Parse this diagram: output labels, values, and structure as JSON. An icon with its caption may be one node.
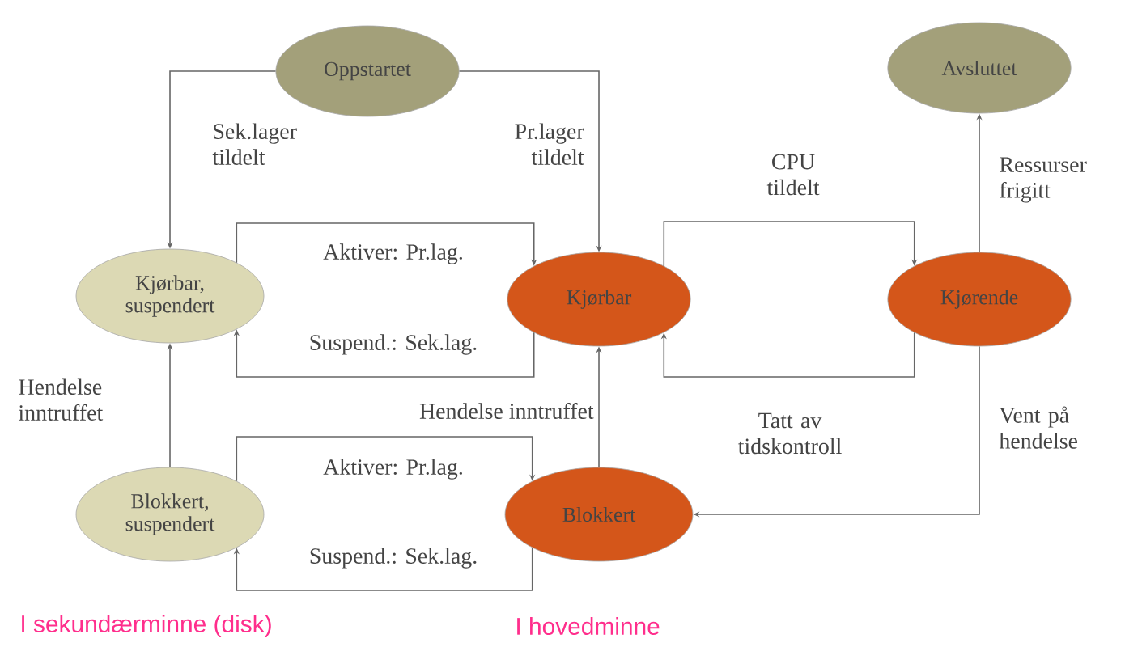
{
  "diagram": {
    "nodes": [
      {
        "text": [
          "Oppstartet"
        ]
      },
      {
        "text": [
          "Avsluttet"
        ]
      },
      {
        "text": [
          "Kjørbar, suspendert"
        ]
      },
      {
        "text": [
          "Kjørbar"
        ]
      },
      {
        "text": [
          "Kjørende"
        ]
      },
      {
        "text": [
          "Blokkert, suspendert"
        ]
      },
      {
        "text": [
          "Blokkert"
        ]
      }
    ],
    "edges": [
      {
        "from": 0,
        "to": 2,
        "arrow": "to",
        "label": "Sek.lager tildelt"
      },
      {
        "from": 0,
        "to": 3,
        "arrow": "to",
        "label": "Pr.lager tildelt"
      },
      {
        "from": 2,
        "to": 3,
        "arrow": "to",
        "label": "Aktiver: Pr.lag."
      },
      {
        "from": 3,
        "to": 2,
        "arrow": "to",
        "label": "Suspend.: Sek.lag."
      },
      {
        "from": 3,
        "to": 4,
        "arrow": "to",
        "label": "CPU tildelt"
      },
      {
        "from": 4,
        "to": 3,
        "arrow": "to",
        "label": "Tatt av tidskontroll"
      },
      {
        "from": 4,
        "to": 1,
        "arrow": "to",
        "label": "Ressurser frigitt"
      },
      {
        "from": 4,
        "to": 6,
        "arrow": "to",
        "label": "Vent på hendelse"
      },
      {
        "from": 6,
        "to": 3,
        "arrow": "to",
        "label": "Hendelse inntruffet"
      },
      {
        "from": 5,
        "to": 2,
        "arrow": "to",
        "label": "Hendelse inntruffet"
      },
      {
        "from": 5,
        "to": 6,
        "arrow": "to",
        "label": "Aktiver: Pr.lag."
      },
      {
        "from": 6,
        "to": 5,
        "arrow": "to",
        "label": "Suspend.: Sek.lag."
      }
    ],
    "labels": [
      "I sekundærminne (disk)",
      "I hovedminne"
    ]
  }
}
